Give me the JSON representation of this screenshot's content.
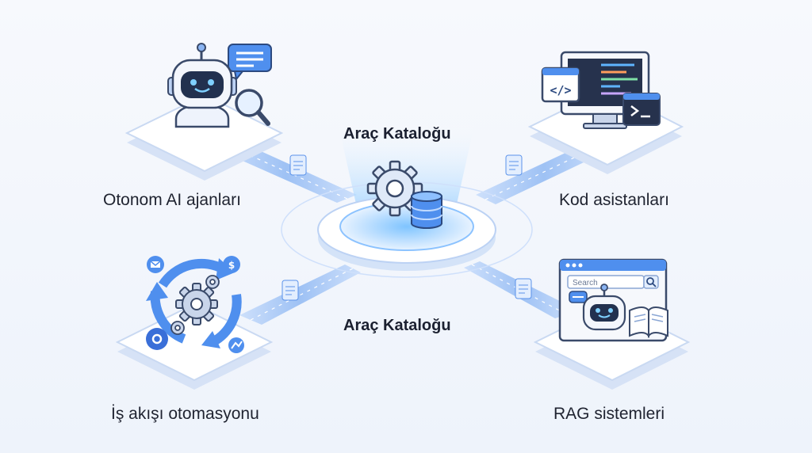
{
  "center": {
    "title_top": "Araç Kataloğu",
    "title_bottom": "Araç Kataloğu",
    "icon": "gear-database-icon"
  },
  "nodes": [
    {
      "id": "agents",
      "label": "Otonom AI ajanları",
      "icon": "robot-magnifier-chat-icon"
    },
    {
      "id": "code",
      "label": "Kod asistanları",
      "icon": "monitor-code-terminal-icon"
    },
    {
      "id": "workflow",
      "label": "İş akışı otomasyonu",
      "icon": "workflow-cycle-gears-icon"
    },
    {
      "id": "rag",
      "label": "RAG sistemleri",
      "icon": "search-robot-book-icon"
    }
  ],
  "rag_search_placeholder": "Search",
  "colors": {
    "accent": "#3b78e7",
    "accent_light": "#dbe8fd",
    "platform_top": "#ffffff",
    "platform_side": "#d9e4f7",
    "dark": "#2a3550"
  }
}
